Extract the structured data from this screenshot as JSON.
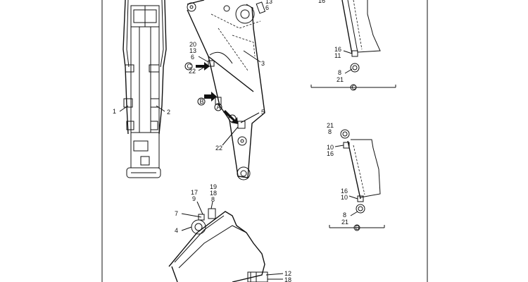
{
  "callouts": {
    "top_strip_left": "16",
    "boom_13_top": "13",
    "boom_6_top": "6",
    "boom_20": "20",
    "boom_13": "13",
    "boom_6": "6",
    "boom_22_upper": "22",
    "boom_3": "3",
    "boom_5": "5",
    "boom_22_lower": "22",
    "arm_1": "1",
    "arm_2": "2",
    "det1_16": "16",
    "det1_11": "11",
    "det1_8": "8",
    "det1_21": "21",
    "det2_21": "21",
    "det2_8": "8",
    "det2_10": "10",
    "det2_16": "16",
    "det2_16b": "16",
    "det2_10b": "10",
    "det2_8b": "8",
    "det2_21b": "21",
    "bot_17": "17",
    "bot_9": "9",
    "bot_19": "19",
    "bot_18": "18",
    "bot_8": "8",
    "bot_7": "7",
    "bot_4": "4",
    "bot_12": "12",
    "bot_18b": "18"
  },
  "view_markers": {
    "c": "C",
    "b": "B",
    "a": "A",
    "det1_ref": "C",
    "det2_ref": "B"
  }
}
